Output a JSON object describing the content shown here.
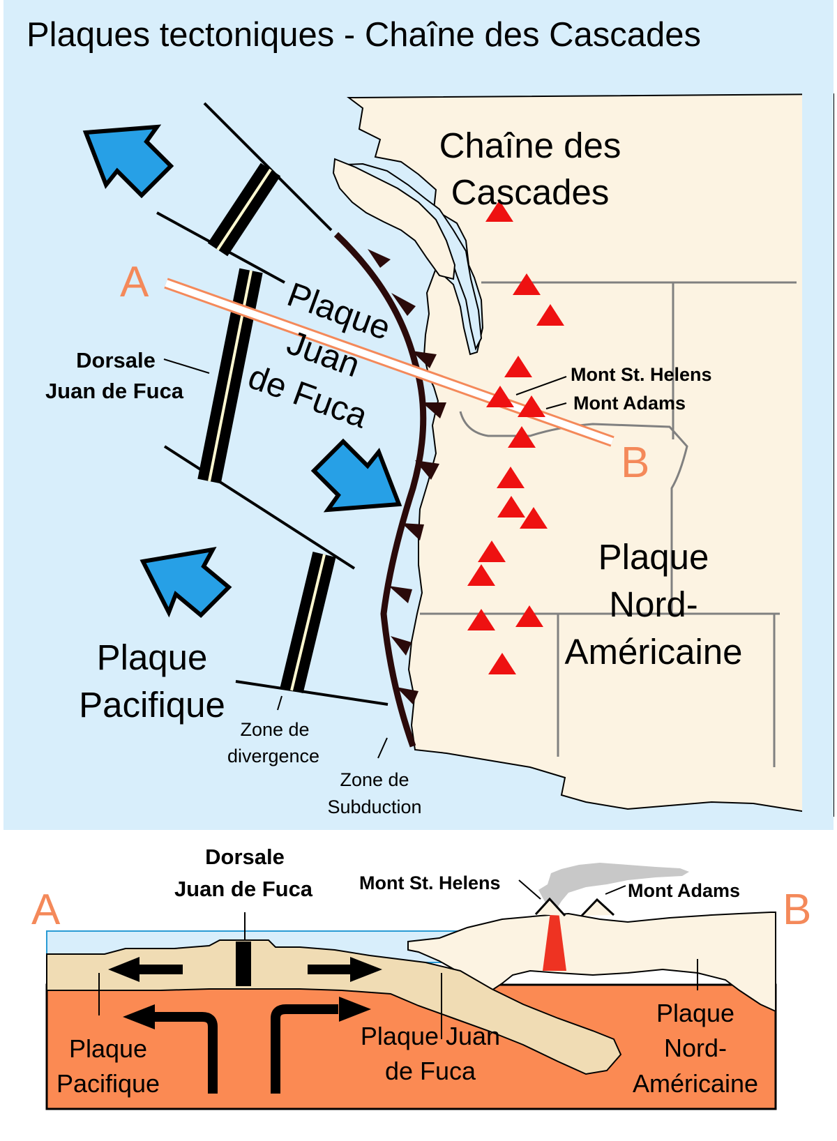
{
  "title": "Plaques tectoniques - Chaîne des Cascades",
  "map": {
    "range_line1": "Chaîne des",
    "range_line2": "Cascades",
    "jdf_line1": "Plaque",
    "jdf_line2": "Juan",
    "jdf_line3": "de Fuca",
    "na_line1": "Plaque",
    "na_line2": "Nord-",
    "na_line3": "Américaine",
    "pac_line1": "Plaque",
    "pac_line2": "Pacifique",
    "ridge_line1": "Dorsale",
    "ridge_line2": "Juan de Fuca",
    "st_helens": "Mont St. Helens",
    "adams": "Mont Adams",
    "divergence_line1": "Zone de",
    "divergence_line2": "divergence",
    "subduction_line1": "Zone de",
    "subduction_line2": "Subduction",
    "label_a": "A",
    "label_b": "B"
  },
  "section": {
    "ridge_line1": "Dorsale",
    "ridge_line2": "Juan de Fuca",
    "st_helens": "Mont St. Helens",
    "adams": "Mont Adams",
    "pac_line1": "Plaque",
    "pac_line2": "Pacifique",
    "jdf_line1": "Plaque Juan",
    "jdf_line2": "de Fuca",
    "na_line1": "Plaque",
    "na_line2": "Nord-",
    "na_line3": "Américaine",
    "label_a": "A",
    "label_b": "B"
  },
  "colors": {
    "ocean": "#d8eefb",
    "land": "#fcf3e2",
    "mantle": "#fb8a53",
    "volcano": "#ee1111",
    "arrow": "#27a0e6",
    "section_line": "#f4895a",
    "border": "#808080"
  }
}
